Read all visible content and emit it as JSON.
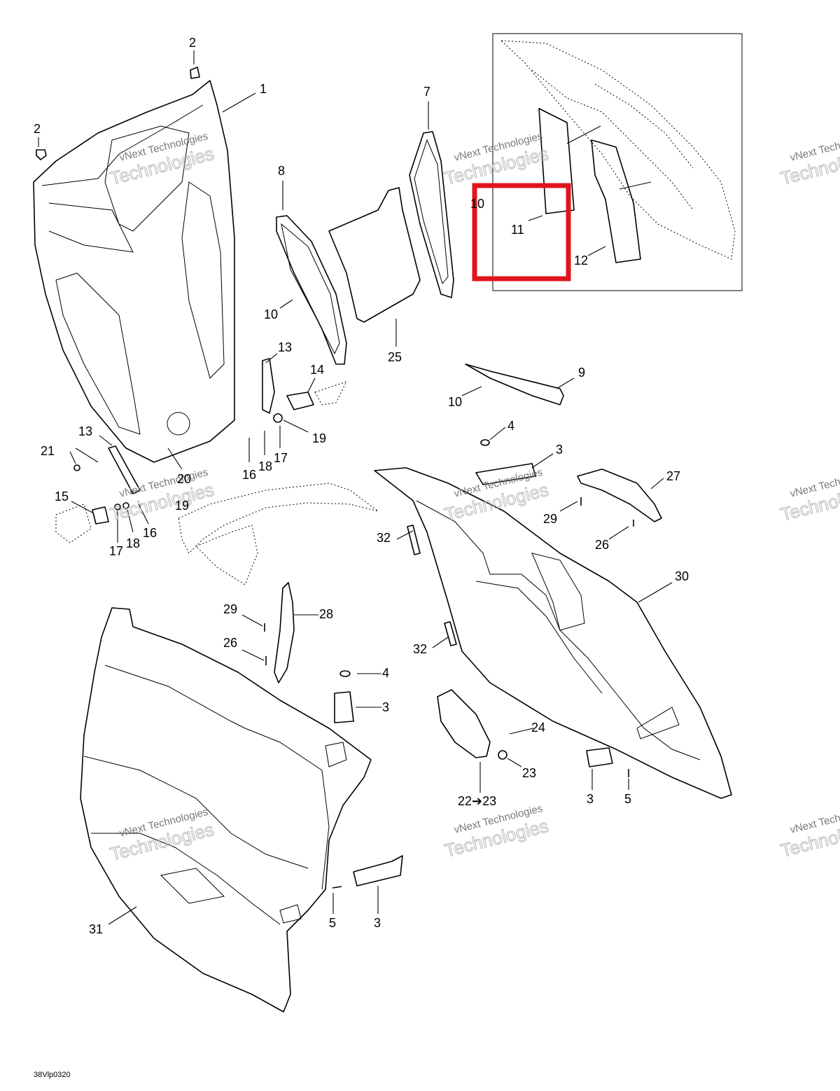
{
  "diagram": {
    "reference_code": "38Vlp0320",
    "highlight_color": "#e0141e",
    "watermark": {
      "line1": "vNext Technologies",
      "line2": "Technologies"
    },
    "callouts": {
      "c1": "1",
      "c2a": "2",
      "c2b": "2",
      "c3a": "3",
      "c3b": "3",
      "c3c": "3",
      "c3d": "3",
      "c4a": "4",
      "c4b": "4",
      "c5a": "5",
      "c5b": "5",
      "c7": "7",
      "c8": "8",
      "c9": "9",
      "c10a": "10",
      "c10b": "10",
      "c10c": "10",
      "c11": "11",
      "c12": "12",
      "c13a": "13",
      "c13b": "13",
      "c14": "14",
      "c15": "15",
      "c16a": "16",
      "c16b": "16",
      "c17a": "17",
      "c17b": "17",
      "c18a": "18",
      "c18b": "18",
      "c19a": "19",
      "c19b": "19",
      "c20": "20",
      "c21": "21",
      "c22": "22➔23",
      "c23": "23",
      "c24": "24",
      "c25": "25",
      "c26a": "26",
      "c26b": "26",
      "c27": "27",
      "c28": "28",
      "c29a": "29",
      "c29b": "29",
      "c30": "30",
      "c31": "31",
      "c32a": "32",
      "c32b": "32"
    }
  }
}
